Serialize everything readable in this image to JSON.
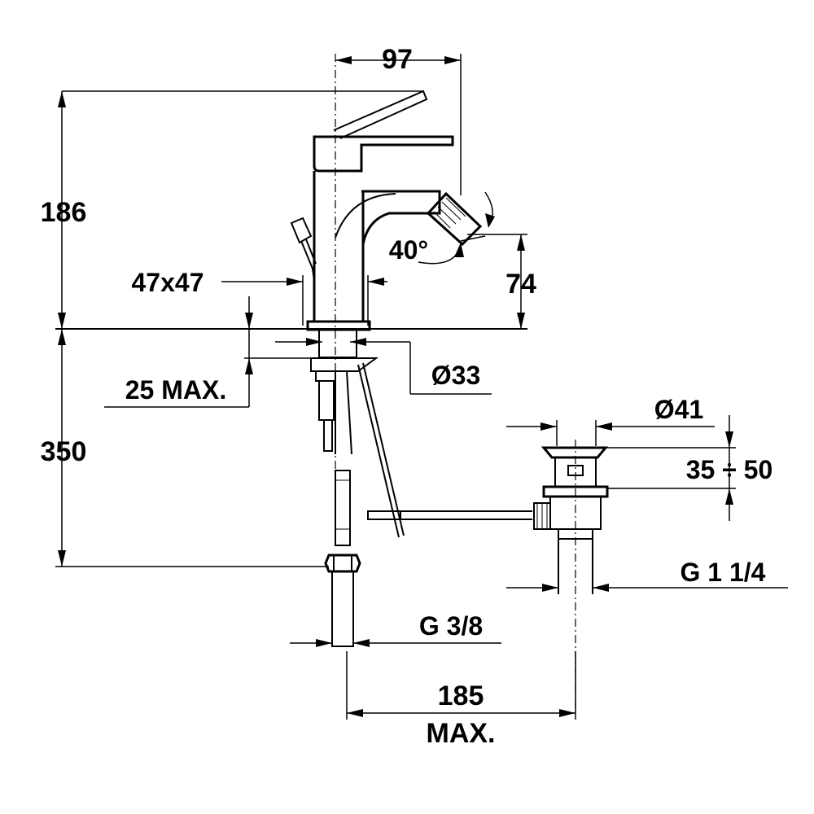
{
  "dimensions": {
    "spout_reach": "97",
    "total_height": "186",
    "base_size": "47x47",
    "spray_angle": "40°",
    "spout_height": "74",
    "deck_thickness": "25 MAX.",
    "hole_diameter": "Ø33",
    "below_deck": "350",
    "waste_diameter": "Ø41",
    "waste_range": "35 ÷ 50",
    "waste_thread": "G 1 1/4",
    "supply_thread": "G 3/8",
    "rod_distance_value": "185",
    "rod_distance_max": "MAX."
  }
}
